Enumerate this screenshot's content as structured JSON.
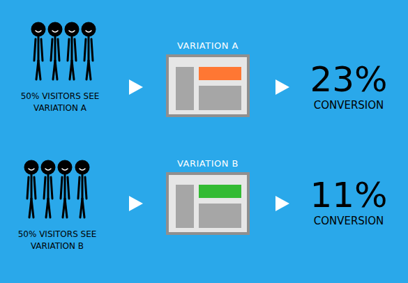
{
  "diagram": {
    "nodes": [
      {
        "text": [
          "VARIATION A"
        ]
      },
      {
        "text": [
          "VARIATION B"
        ]
      }
    ],
    "labels": [
      "50% VISITORS SEE VARIATION A",
      "23%",
      "CONVERSION",
      "50% VISITORS SEE VARIATION B",
      "11%",
      "CONVERSION"
    ]
  }
}
